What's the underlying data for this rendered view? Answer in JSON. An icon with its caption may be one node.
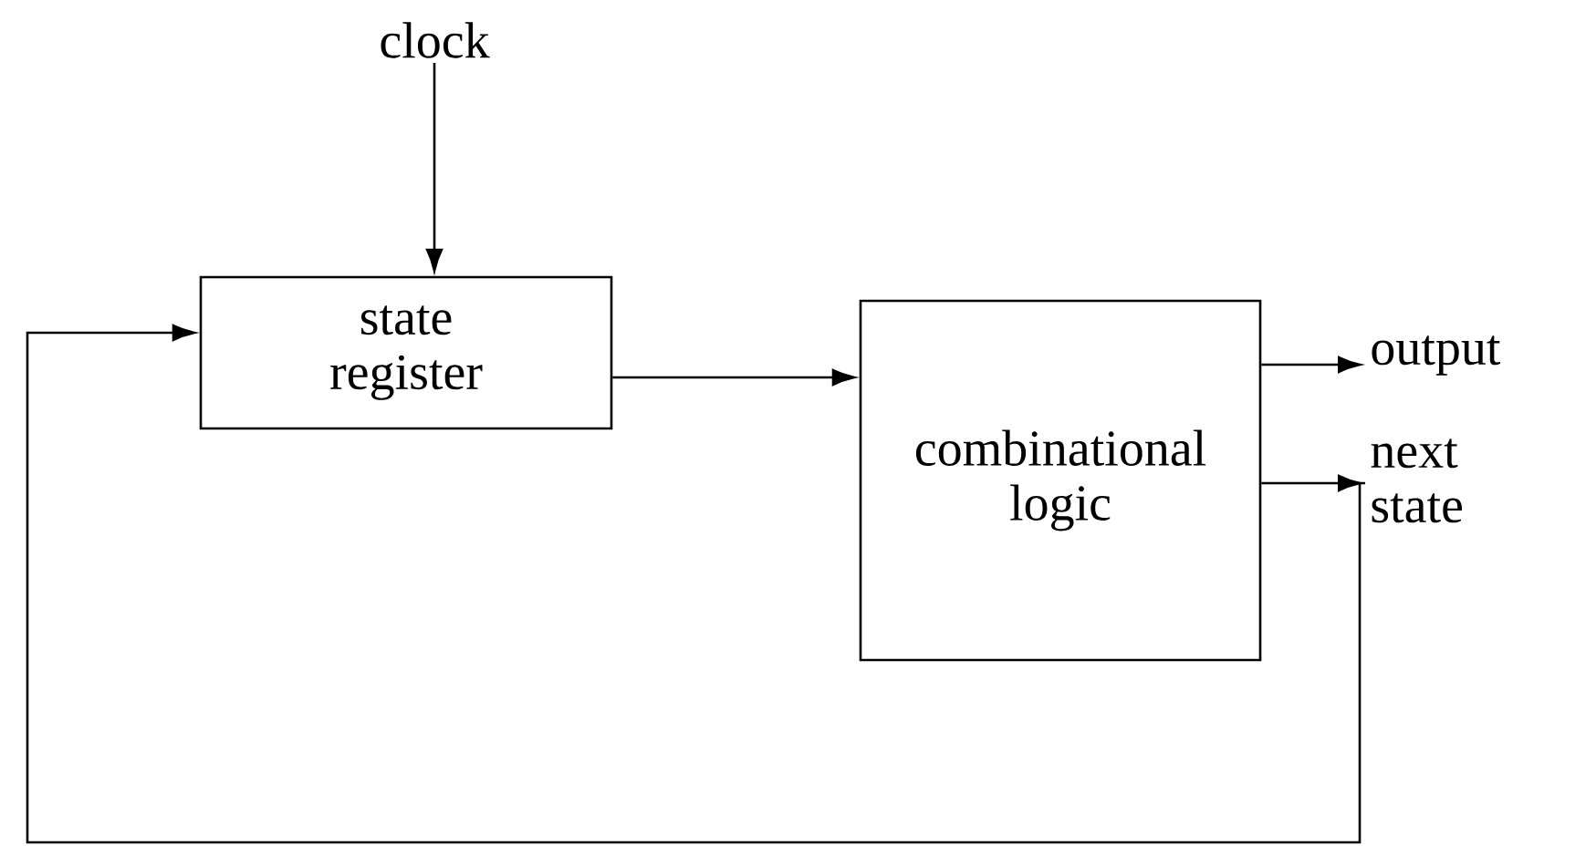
{
  "diagram": {
    "nodes": [
      {
        "text": [
          "clock"
        ]
      },
      {
        "text": [
          "state register"
        ]
      },
      {
        "text": [
          "combinational logic"
        ]
      },
      {
        "text": [
          "output"
        ]
      },
      {
        "text": [
          "next state"
        ]
      }
    ],
    "edges": [
      {
        "from": 0,
        "to": 1,
        "arrow": "to"
      },
      {
        "from": 1,
        "to": 2,
        "arrow": "to"
      },
      {
        "from": 2,
        "to": 3,
        "arrow": "to"
      },
      {
        "from": 2,
        "to": 4,
        "arrow": "to"
      },
      {
        "from": 4,
        "to": 1,
        "arrow": "to"
      }
    ]
  }
}
